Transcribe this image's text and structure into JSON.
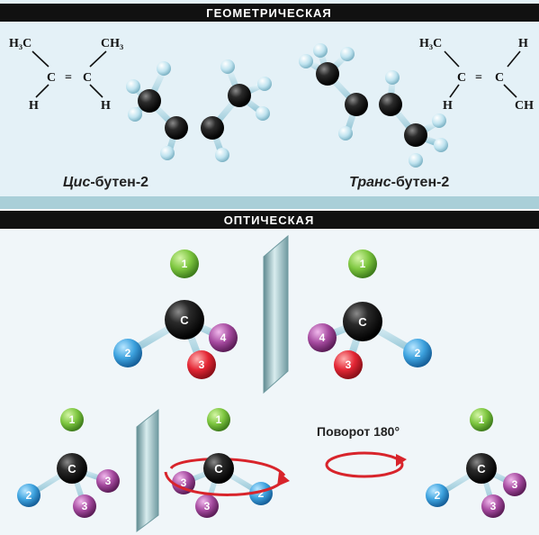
{
  "headers": {
    "geometric": "ГЕОМЕТРИЧЕСКАЯ",
    "optical": "ОПТИЧЕСКАЯ"
  },
  "cis": {
    "h3c": "H₃C",
    "ch3": "CH₃",
    "c_left": "C",
    "c_right": "C",
    "double_bond": "=",
    "h_left": "H",
    "h_right": "H",
    "caption_italic": "Цис",
    "caption_rest": "-бутен-2"
  },
  "trans": {
    "h3c": "H₃C",
    "h_top": "H",
    "c_left": "C",
    "c_right": "C",
    "double_bond": "=",
    "h_left": "H",
    "ch_cut": "CH",
    "caption_italic": "Транс",
    "caption_rest": "-бутен-2"
  },
  "optical": {
    "carbon_label": "C",
    "rotation_label": "Поворот 180°",
    "labels": [
      "1",
      "2",
      "3",
      "4"
    ]
  },
  "colors": {
    "band": "#111111",
    "top_bg": "#e4f1f7",
    "divider": "#a9cfd8",
    "optical_bg": "#f0f6f9",
    "ball_green": "#7dc63f",
    "ball_blue": "#3ea3df",
    "ball_red": "#e32634",
    "ball_purple": "#a54a9f",
    "ball_carbon": "#1b1b1b",
    "ball_hydrogen": "#bfe3ef",
    "arrow_red": "#d8242b",
    "mirror": "#8fb3b8"
  }
}
